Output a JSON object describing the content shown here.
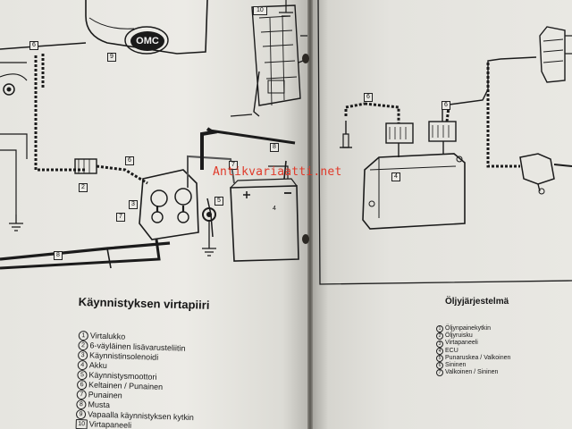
{
  "watermark": "Antikvariaatti.net",
  "left_page": {
    "title": "Käynnistyksen virtapiiri",
    "brand_badge": "OMC",
    "callouts": [
      "10",
      "9",
      "6",
      "2",
      "6",
      "3",
      "7",
      "5",
      "7",
      "4",
      "8",
      "8"
    ],
    "legend": [
      {
        "num": "1",
        "text": "Virtalukko"
      },
      {
        "num": "2",
        "text": "6-väyläinen lisävarusteliitin"
      },
      {
        "num": "3",
        "text": "Käynnistinsolenoidi"
      },
      {
        "num": "4",
        "text": "Akku"
      },
      {
        "num": "5",
        "text": "Käynnistysmoottori"
      },
      {
        "num": "6",
        "text": "Keltainen / Punainen"
      },
      {
        "num": "7",
        "text": "Punainen"
      },
      {
        "num": "8",
        "text": "Musta"
      },
      {
        "num": "9",
        "text": "Vapaalla käynnistyksen kytkin"
      },
      {
        "num": "10",
        "text": "Virtapaneeli"
      }
    ]
  },
  "right_page": {
    "title": "Öljyjärjestelmä",
    "callouts": [
      "6",
      "6",
      "4"
    ],
    "legend": [
      {
        "num": "1",
        "text": "Öljynpainekytkin"
      },
      {
        "num": "2",
        "text": "Öljyruisku"
      },
      {
        "num": "3",
        "text": "Virtapaneeli"
      },
      {
        "num": "4",
        "text": "ECU"
      },
      {
        "num": "5",
        "text": "Punaruskea / Valkoinen"
      },
      {
        "num": "6",
        "text": "Sininen"
      },
      {
        "num": "7",
        "text": "Valkoinen / Sininen"
      }
    ]
  },
  "colors": {
    "paper": "#e9e8e3",
    "ink": "#161616",
    "watermark": "#e03a2a"
  }
}
